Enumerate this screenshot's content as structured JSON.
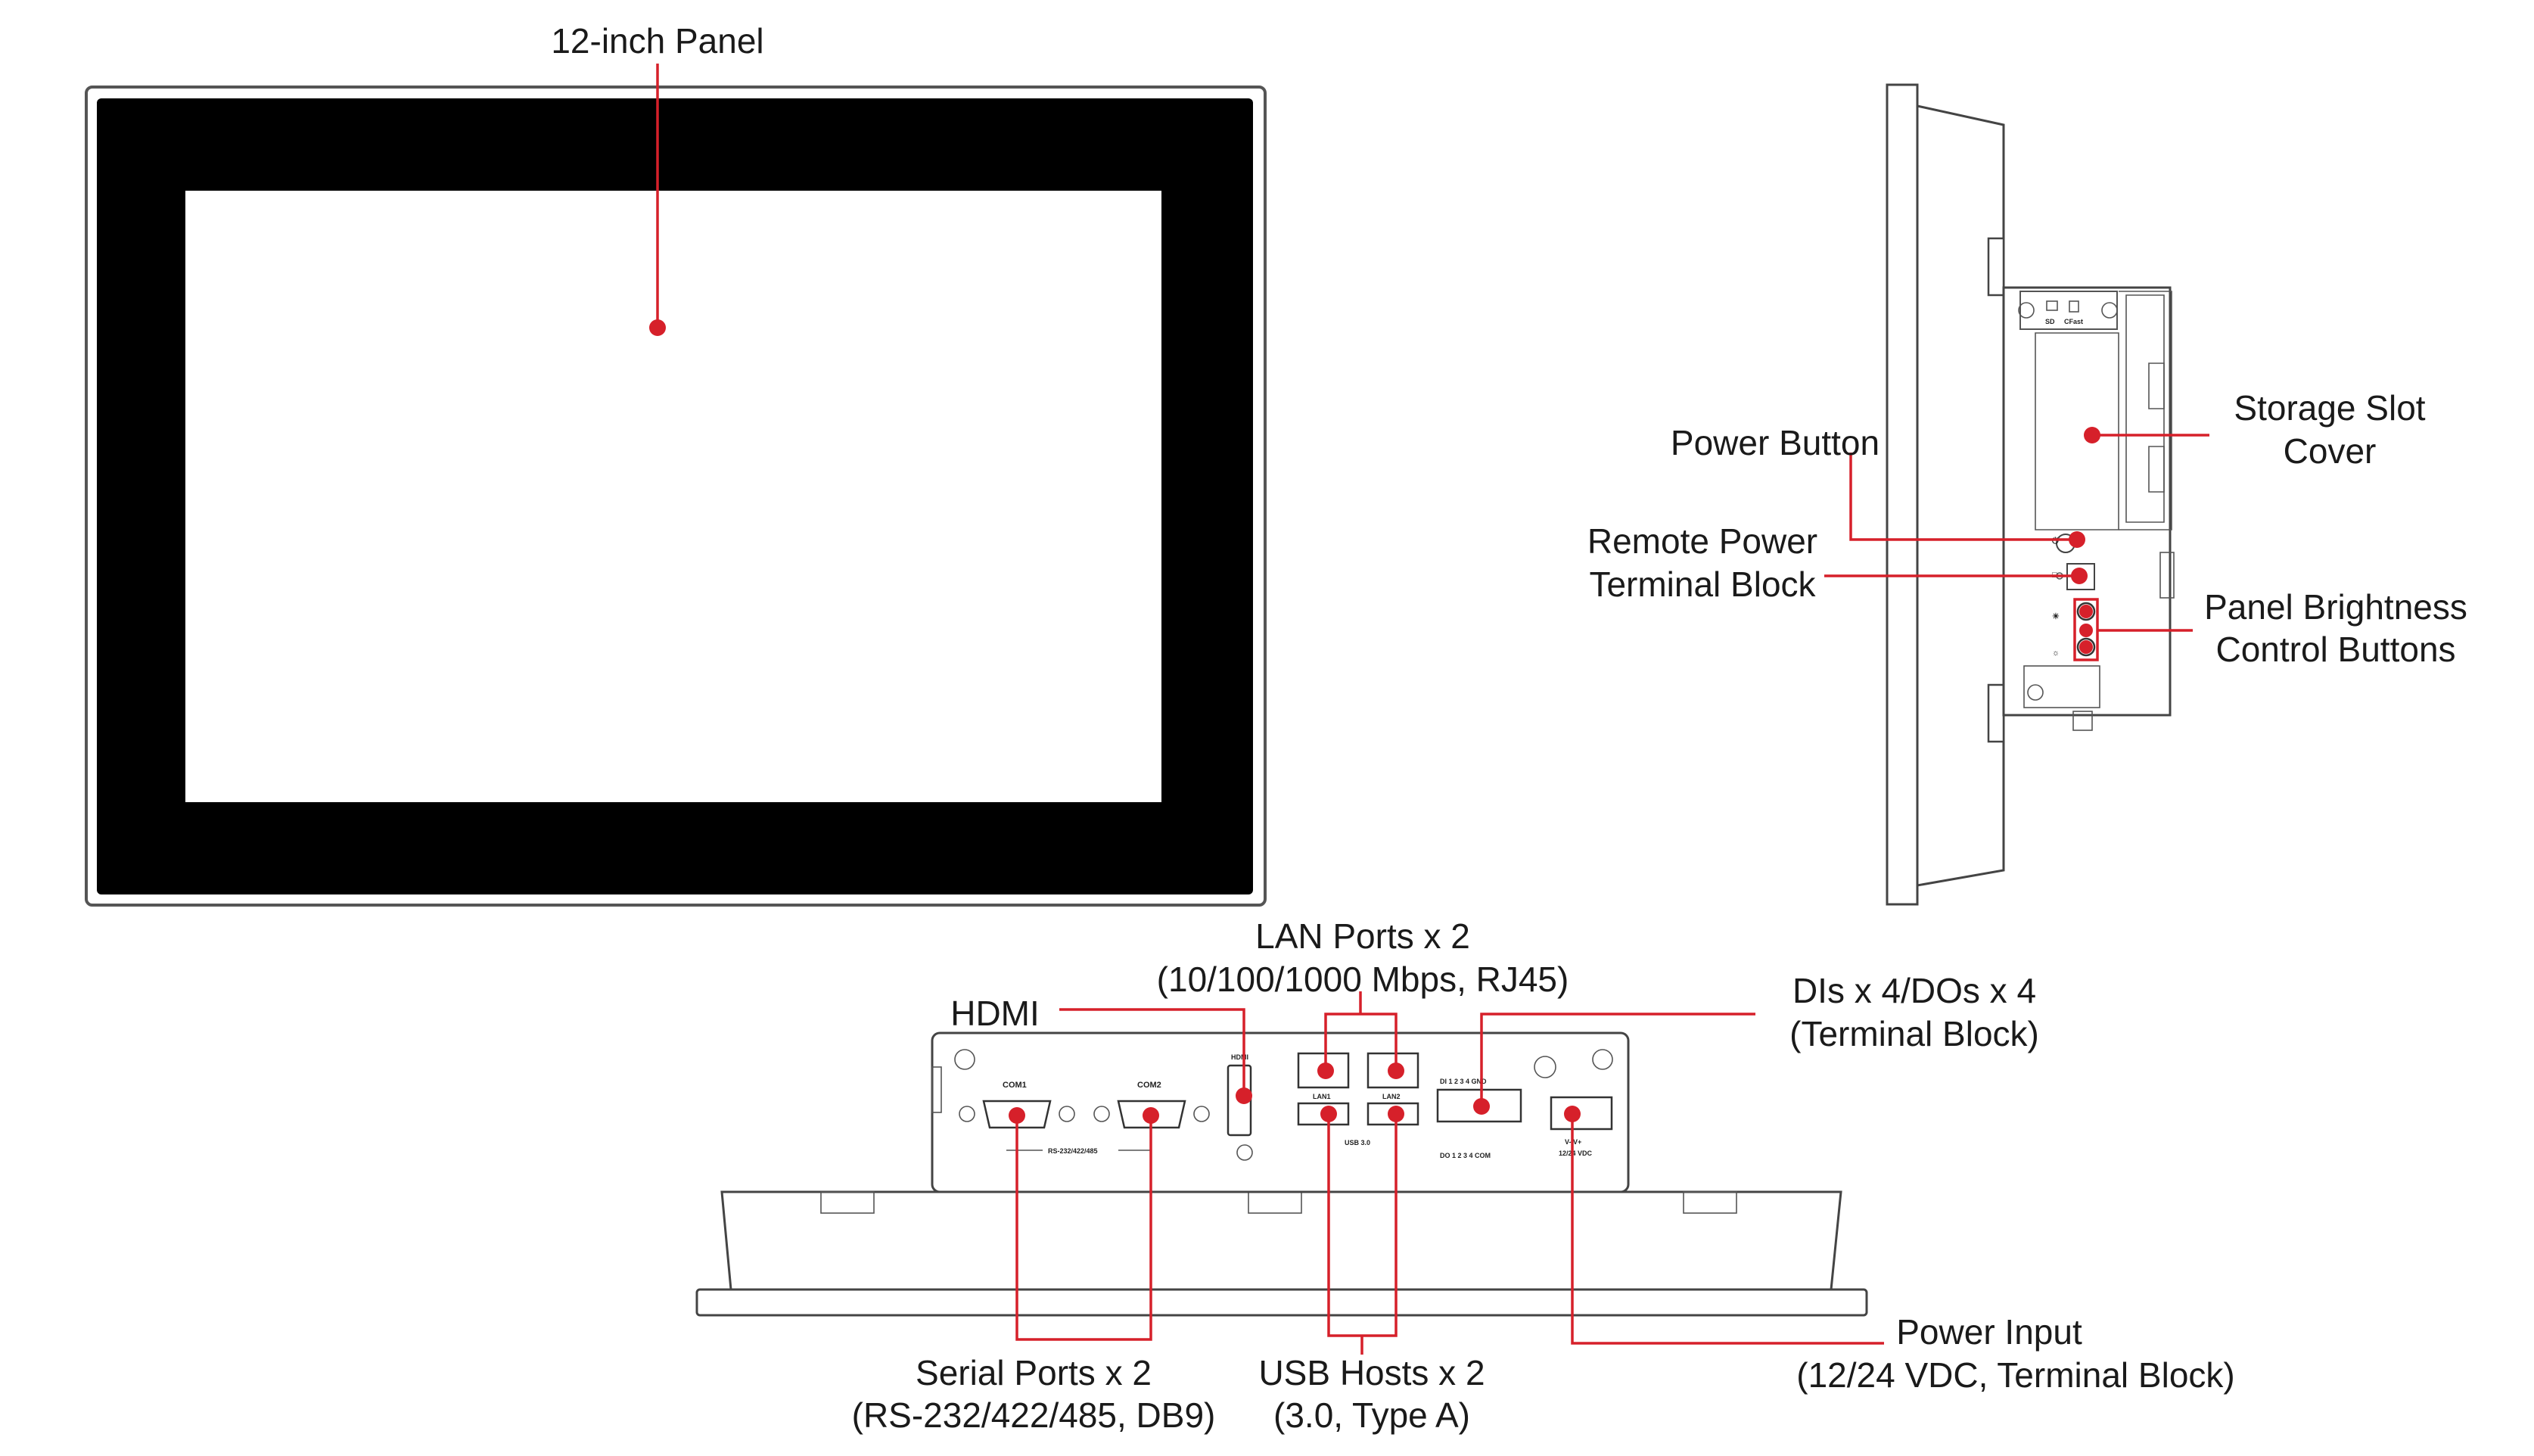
{
  "callouts": {
    "panel": "12-inch Panel",
    "storage_line1": "Storage Slot",
    "storage_line2": "Cover",
    "power_button": "Power Button",
    "remote_line1": "Remote Power",
    "remote_line2": "Terminal Block",
    "brightness_line1": "Panel Brightness",
    "brightness_line2": "Control Buttons",
    "lan_line1": "LAN Ports x 2",
    "lan_line2": "(10/100/1000 Mbps, RJ45)",
    "hdmi": "HDMI",
    "dio_line1": "DIs x 4/DOs x 4",
    "dio_line2": "(Terminal Block)",
    "serial_line1": "Serial Ports x 2",
    "serial_line2": "(RS-232/422/485, DB9)",
    "usb_line1": "USB Hosts x 2",
    "usb_line2": "(3.0, Type A)",
    "power_line1": "Power Input",
    "power_line2": "(12/24 VDC, Terminal Block)"
  },
  "device_labels": {
    "com1": "COM1",
    "com2": "COM2",
    "rs": "RS-232/422/485",
    "hdmi": "HDMI",
    "lan1": "LAN1",
    "lan2": "LAN2",
    "usb": "USB 3.0",
    "di_row": "DI  1  2  3  4  GND",
    "do_row": "DO  1  2  3  4  COM",
    "vminus_vplus": "V-  V+",
    "vdc": "12/24 VDC",
    "sd": "SD",
    "cfast": "CFast"
  },
  "colors": {
    "leader": "#d6202a",
    "bezel": "#000000",
    "screen": "#ffffff"
  }
}
